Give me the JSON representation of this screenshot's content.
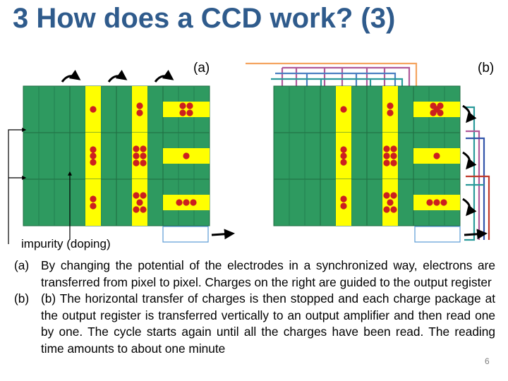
{
  "title": "3 How does a CCD work? (3)",
  "diagram": {
    "label_a": "(a)",
    "label_b": "(b)",
    "impurity_label": "impurity (doping)"
  },
  "caption": {
    "item_a_marker": "(a)",
    "item_a_text": "By changing the potential of the electrodes in a synchronized way, electrons are transferred from pixel to pixel. Charges on the right are guided to the output register",
    "item_b_marker": "(b)",
    "item_b_text": "(b) The horizontal transfer of charges is then stopped and each charge package at the output register is transferred vertically to an output amplifier and then read one by one. The cycle starts again until all the charges have been read. The reading time amounts to about one minute"
  },
  "page_number": "6",
  "colors": {
    "title": "#2f5b8c",
    "pixel_green": "#2e9a60",
    "electrode_yellow": "#ffff00",
    "electron_red": "#cc1f1f",
    "register_outline": "#5b9bd5"
  }
}
